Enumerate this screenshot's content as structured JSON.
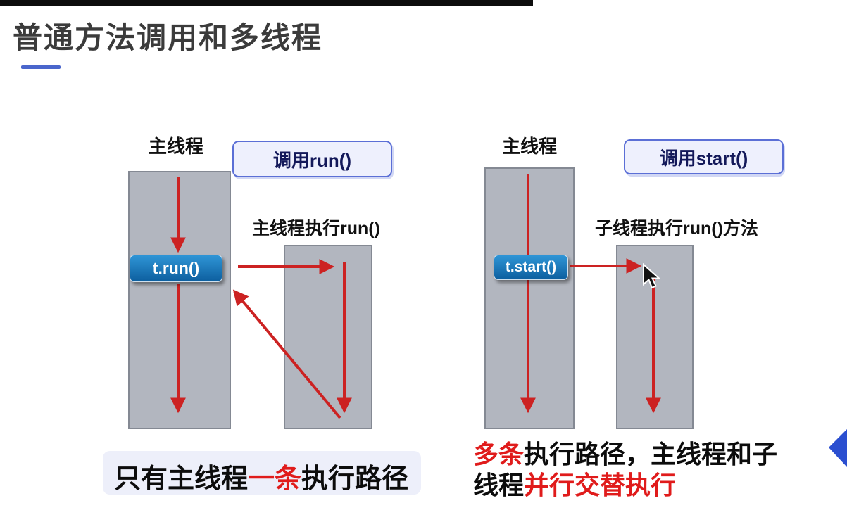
{
  "page": {
    "title": "普通方法调用和多线程"
  },
  "left": {
    "thread_label": "主线程",
    "call_box_label": "调用run()",
    "exec_label": "主线程执行run()",
    "badge_label": "t.run()",
    "caption_pre": "只有主线程",
    "caption_red": "一条",
    "caption_post": "执行路径"
  },
  "right": {
    "thread_label": "主线程",
    "call_box_label": "调用start()",
    "exec_label": "子线程执行run()方法",
    "badge_label": "t.start()",
    "caption_line1_red": "多条",
    "caption_line1_black": "执行路径，主线程和子",
    "caption_line2_black": "线程",
    "caption_line2_red": "并行交替执行"
  },
  "icons": {
    "mouse_cursor": "pointer-arrow",
    "corner_decoration": "blue-triangle"
  },
  "colors": {
    "arrow_red": "#cc2222",
    "caption_red": "#e01b1b",
    "bar_gray": "#b2b6bf",
    "bar_border": "#848993",
    "callbox_fill": "#eef0fd",
    "callbox_border": "#5b6fd6",
    "badge_blue": "#0f6bb0",
    "accent_blue": "#4a66cc",
    "title_gray": "#3b3b3b"
  }
}
